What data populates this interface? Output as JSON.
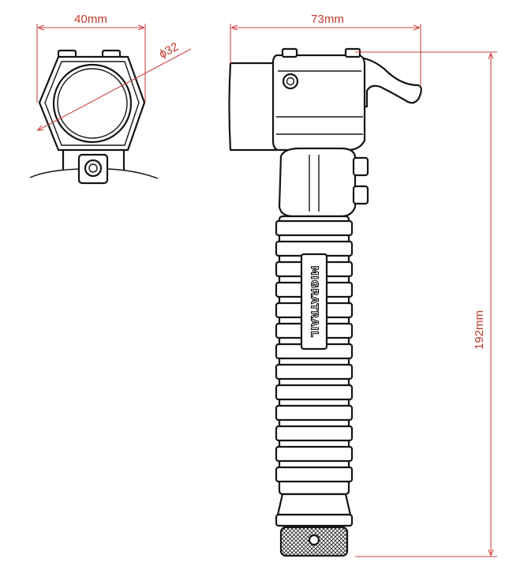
{
  "dimensions": {
    "clamp_width": "40mm",
    "pipe_diameter": "ϕ32",
    "total_width": "73mm",
    "total_height": "192mm"
  },
  "brand": "MIGRATRAIL",
  "colors": {
    "dimension": "#d04545",
    "outline": "#151515",
    "background": "#ffffff"
  }
}
